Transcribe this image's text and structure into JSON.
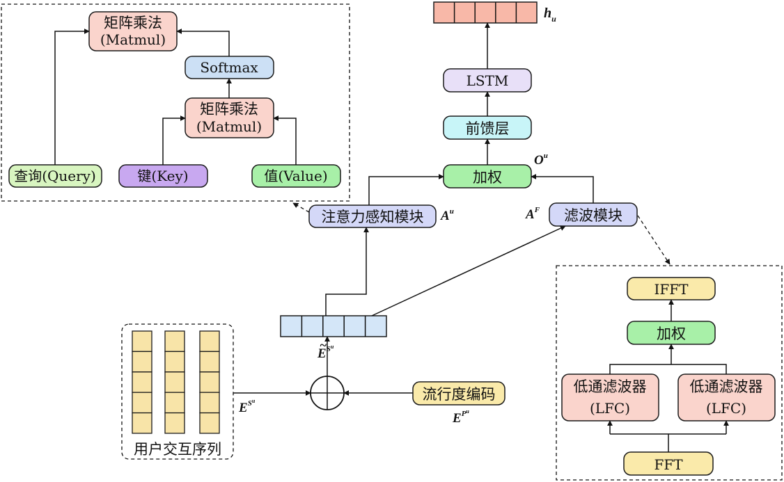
{
  "attention_panel": {
    "matmul_top": [
      "矩阵乘法",
      "(Matmul)"
    ],
    "softmax": "Softmax",
    "matmul_mid": [
      "矩阵乘法",
      "(Matmul)"
    ],
    "query": "查询(Query)",
    "key": "键(Key)",
    "value": "值(Value)"
  },
  "filter_panel": {
    "ifft": "IFFT",
    "weight": "加权",
    "lfc_left": [
      "低通滤波器",
      "(LFC)"
    ],
    "lfc_right": [
      "低通滤波器",
      "(LFC)"
    ],
    "fft": "FFT"
  },
  "main": {
    "lstm": "LSTM",
    "feedforward": "前馈层",
    "weight": "加权",
    "attention_module": "注意力感知模块",
    "filter_module": "滤波模块",
    "popularity_encoding": "流行度编码",
    "user_sequence": "用户交互序列"
  },
  "symbols": {
    "h": "h",
    "h_sub": "u",
    "O": "O",
    "O_sup": "u",
    "A": "A",
    "A_sup": "u",
    "AF": "A",
    "AF_sup": "F",
    "E_tilde": "E",
    "E_tilde_sup": "S",
    "E_tilde_supsup": "u",
    "E": "E",
    "E_sup": "S",
    "E_supsup": "u",
    "EP": "E",
    "EP_sup": "P",
    "EP_supsup": "u"
  },
  "colors": {
    "pink": "#fad4cc",
    "blue": "#cce0f5",
    "lavender": "#e8e0f8",
    "cyan": "#c8f5f8",
    "green": "#a8f0a8",
    "light_green": "#d8f5c0",
    "purple": "#c8a8f0",
    "module_blue": "#d4d8f8",
    "yellow": "#faeaaa",
    "cell_yellow": "#f8e4a8",
    "cell_blue": "#d4e6f8",
    "cell_pink": "#f8b8a8"
  }
}
